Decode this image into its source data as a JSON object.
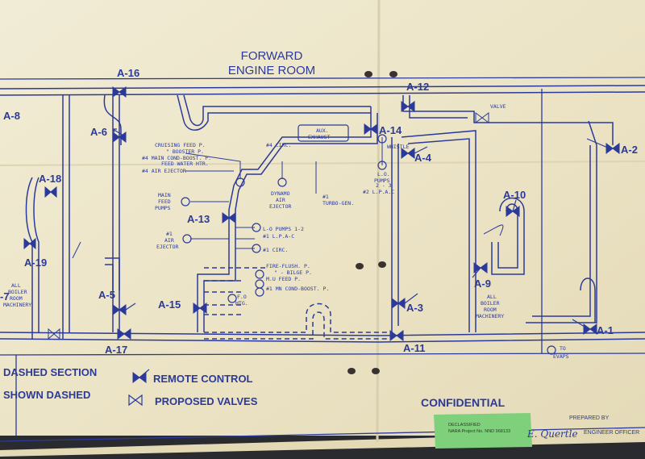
{
  "drawing": {
    "title_line1": "FORWARD",
    "title_line2": "ENGINE ROOM",
    "confidential": "CONFIDENTIAL",
    "legend_left_1": "DASHED SECTION",
    "legend_left_2": "SHOWN DASHED",
    "legend_remote": "REMOTE CONTROL",
    "legend_proposed": "PROPOSED VALVES",
    "prepared_by": "PREPARED BY",
    "signature": "E. Quertle",
    "officer": "ENGINEER OFFICER",
    "declassified_1": "DECLASSIFIED",
    "declassified_2": "NARA Project No. NND 968133"
  },
  "valves": {
    "a8": "A-8",
    "a16": "A-16",
    "a6": "A-6",
    "a18": "A-18",
    "a19": "A-19",
    "a5": "A-5",
    "a17": "A-17",
    "a13": "A-13",
    "a15": "A-15",
    "a12": "A-12",
    "a14": "A-14",
    "a4": "A-4",
    "a3": "A-3",
    "a11": "A-11",
    "a10": "A-10",
    "a9": "A-9",
    "a2": "A-2",
    "a1": "A-1",
    "a7": "-7"
  },
  "equipment": {
    "cruising": "CRUISING FEED P.",
    "booster": "\" BOOSTER P.",
    "main_cond": "#4 MAIN COND-BOOST. P.",
    "feed_water": "FEED WATER HTR.",
    "air_ejector4": "#4 AIR EJECTOR",
    "main_feed_1": "MAIN",
    "main_feed_2": "FEED",
    "main_feed_3": "PUMPS",
    "circ4": "#4 CIRC.",
    "aux_exhaust_1": "AUX.",
    "aux_exhaust_2": "EXHAUST",
    "whistle": "WHISTLE",
    "lo_pumps_1": "L.O.",
    "lo_pumps_2": "PUMPS",
    "lo_pumps_3": "2 - 3",
    "lo_pumps_4": "#2 L.P.A.C",
    "dynamo_1": "DYNAMO",
    "dynamo_2": "AIR",
    "dynamo_3": "EJECTOR",
    "turbo_1": "#1",
    "turbo_2": "TURBO-GEN.",
    "lo12": "L-O PUMPS 1-2",
    "lpac1": "#1 L.P.A-C",
    "air_ej1_1": "#1",
    "air_ej1_2": "AIR",
    "air_ej1_3": "EJECTOR",
    "circ1": "#1 CIRC.",
    "fire_flush": "FIRE-FLUSH. P.",
    "bilge": "\" - BILGE P.",
    "mu_feed": "M.U FEED P.",
    "mn_cond1": "#1 MN COND-BOOST. P.",
    "fo_1": "F.O",
    "fo_2": "HTG.",
    "boiler_l_1": "ALL",
    "boiler_l_2": "BOILER",
    "boiler_l_3": "ROOM",
    "boiler_l_4": "MACHINERY",
    "boiler_r_1": "ALL",
    "boiler_r_2": "BOILER",
    "boiler_r_3": "ROOM",
    "boiler_r_4": "MACHINERY",
    "evaps_1": "TO",
    "evaps_2": "EVAPS",
    "valve_pencil": "VALVE"
  },
  "colors": {
    "paper": "#efe9cf",
    "ink": "#2b3a9a",
    "tag_green": "#7ed07a",
    "background": "#2a2b2e"
  }
}
